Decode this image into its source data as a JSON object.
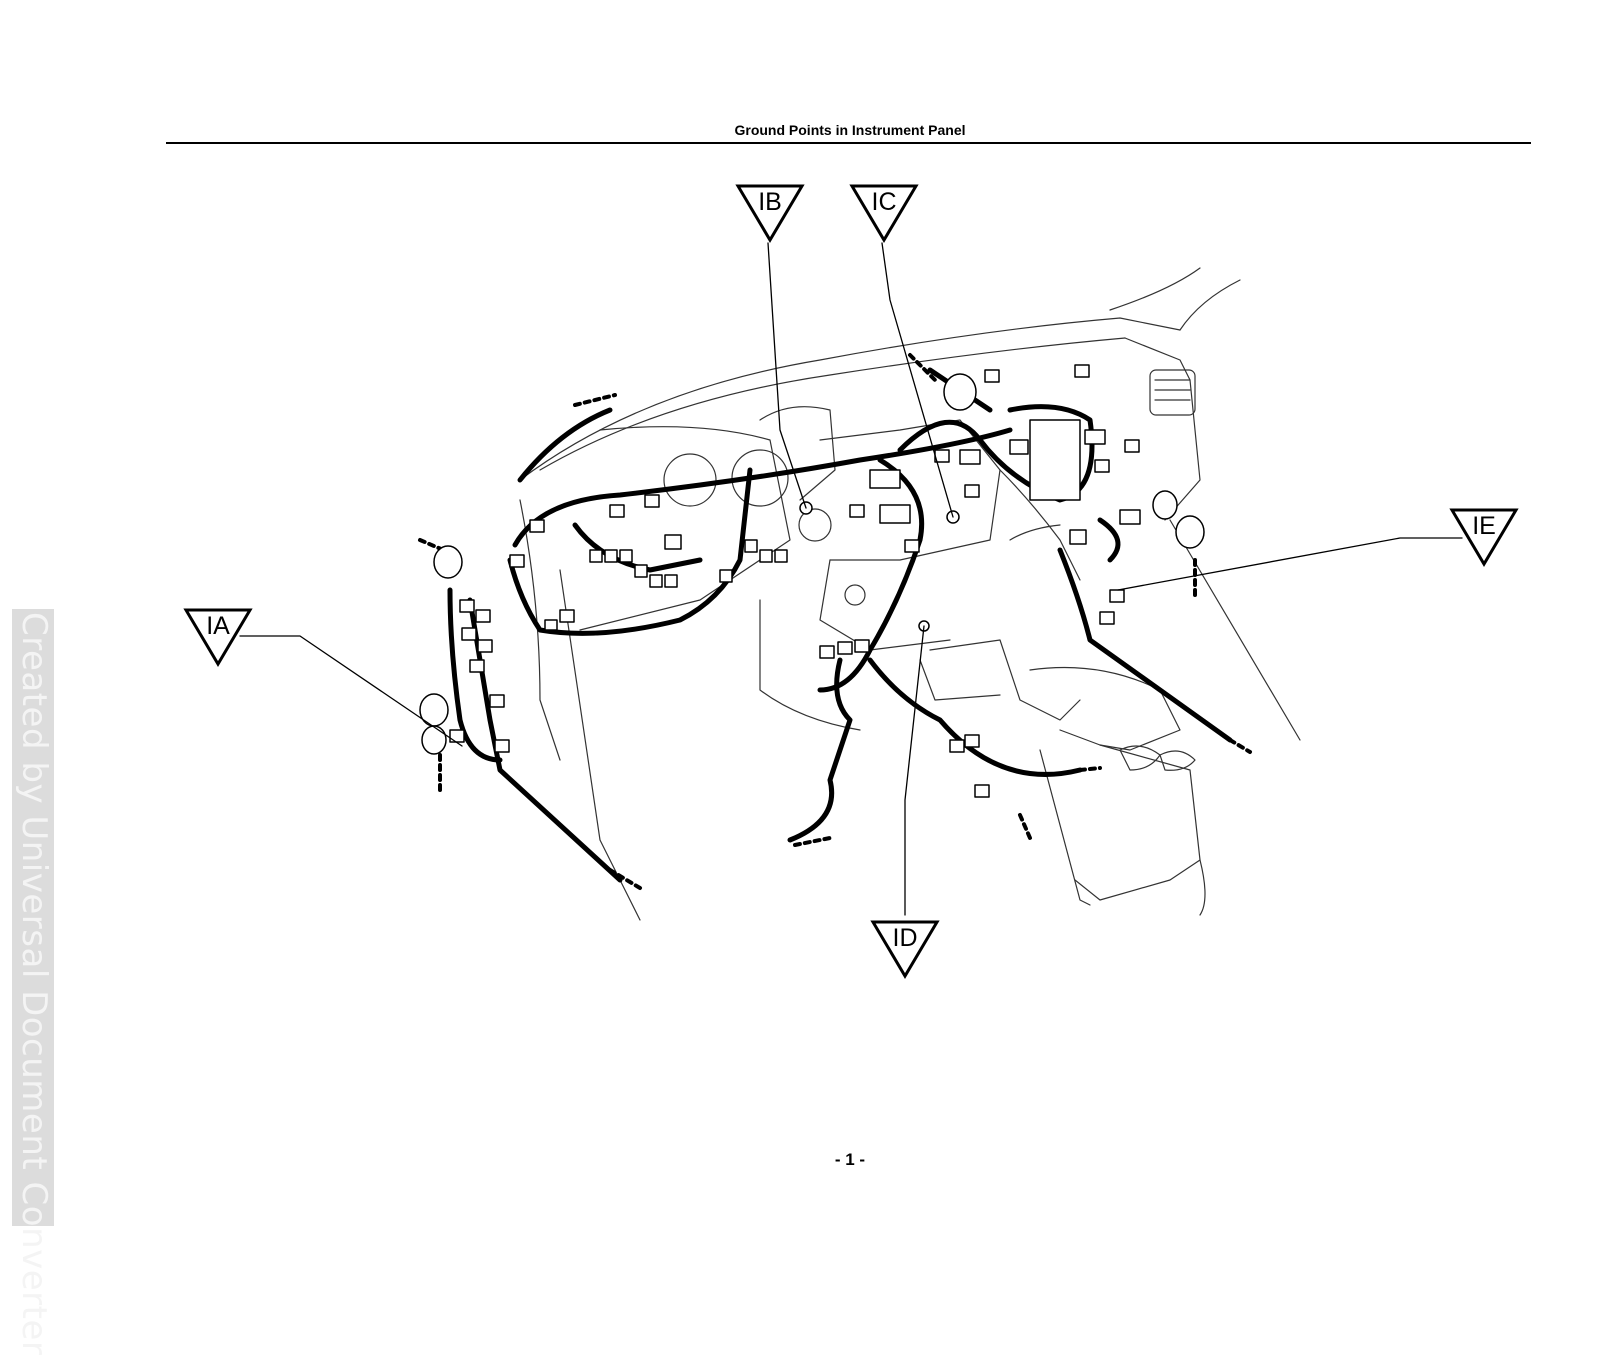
{
  "page": {
    "title": "Ground Points in Instrument Panel",
    "page_number": "- 1 -",
    "watermark": "Created by Universal Document Converter"
  },
  "ground_points": [
    {
      "id": "IA",
      "label": "IA"
    },
    {
      "id": "IB",
      "label": "IB"
    },
    {
      "id": "IC",
      "label": "IC"
    },
    {
      "id": "ID",
      "label": "ID"
    },
    {
      "id": "IE",
      "label": "IE"
    }
  ]
}
